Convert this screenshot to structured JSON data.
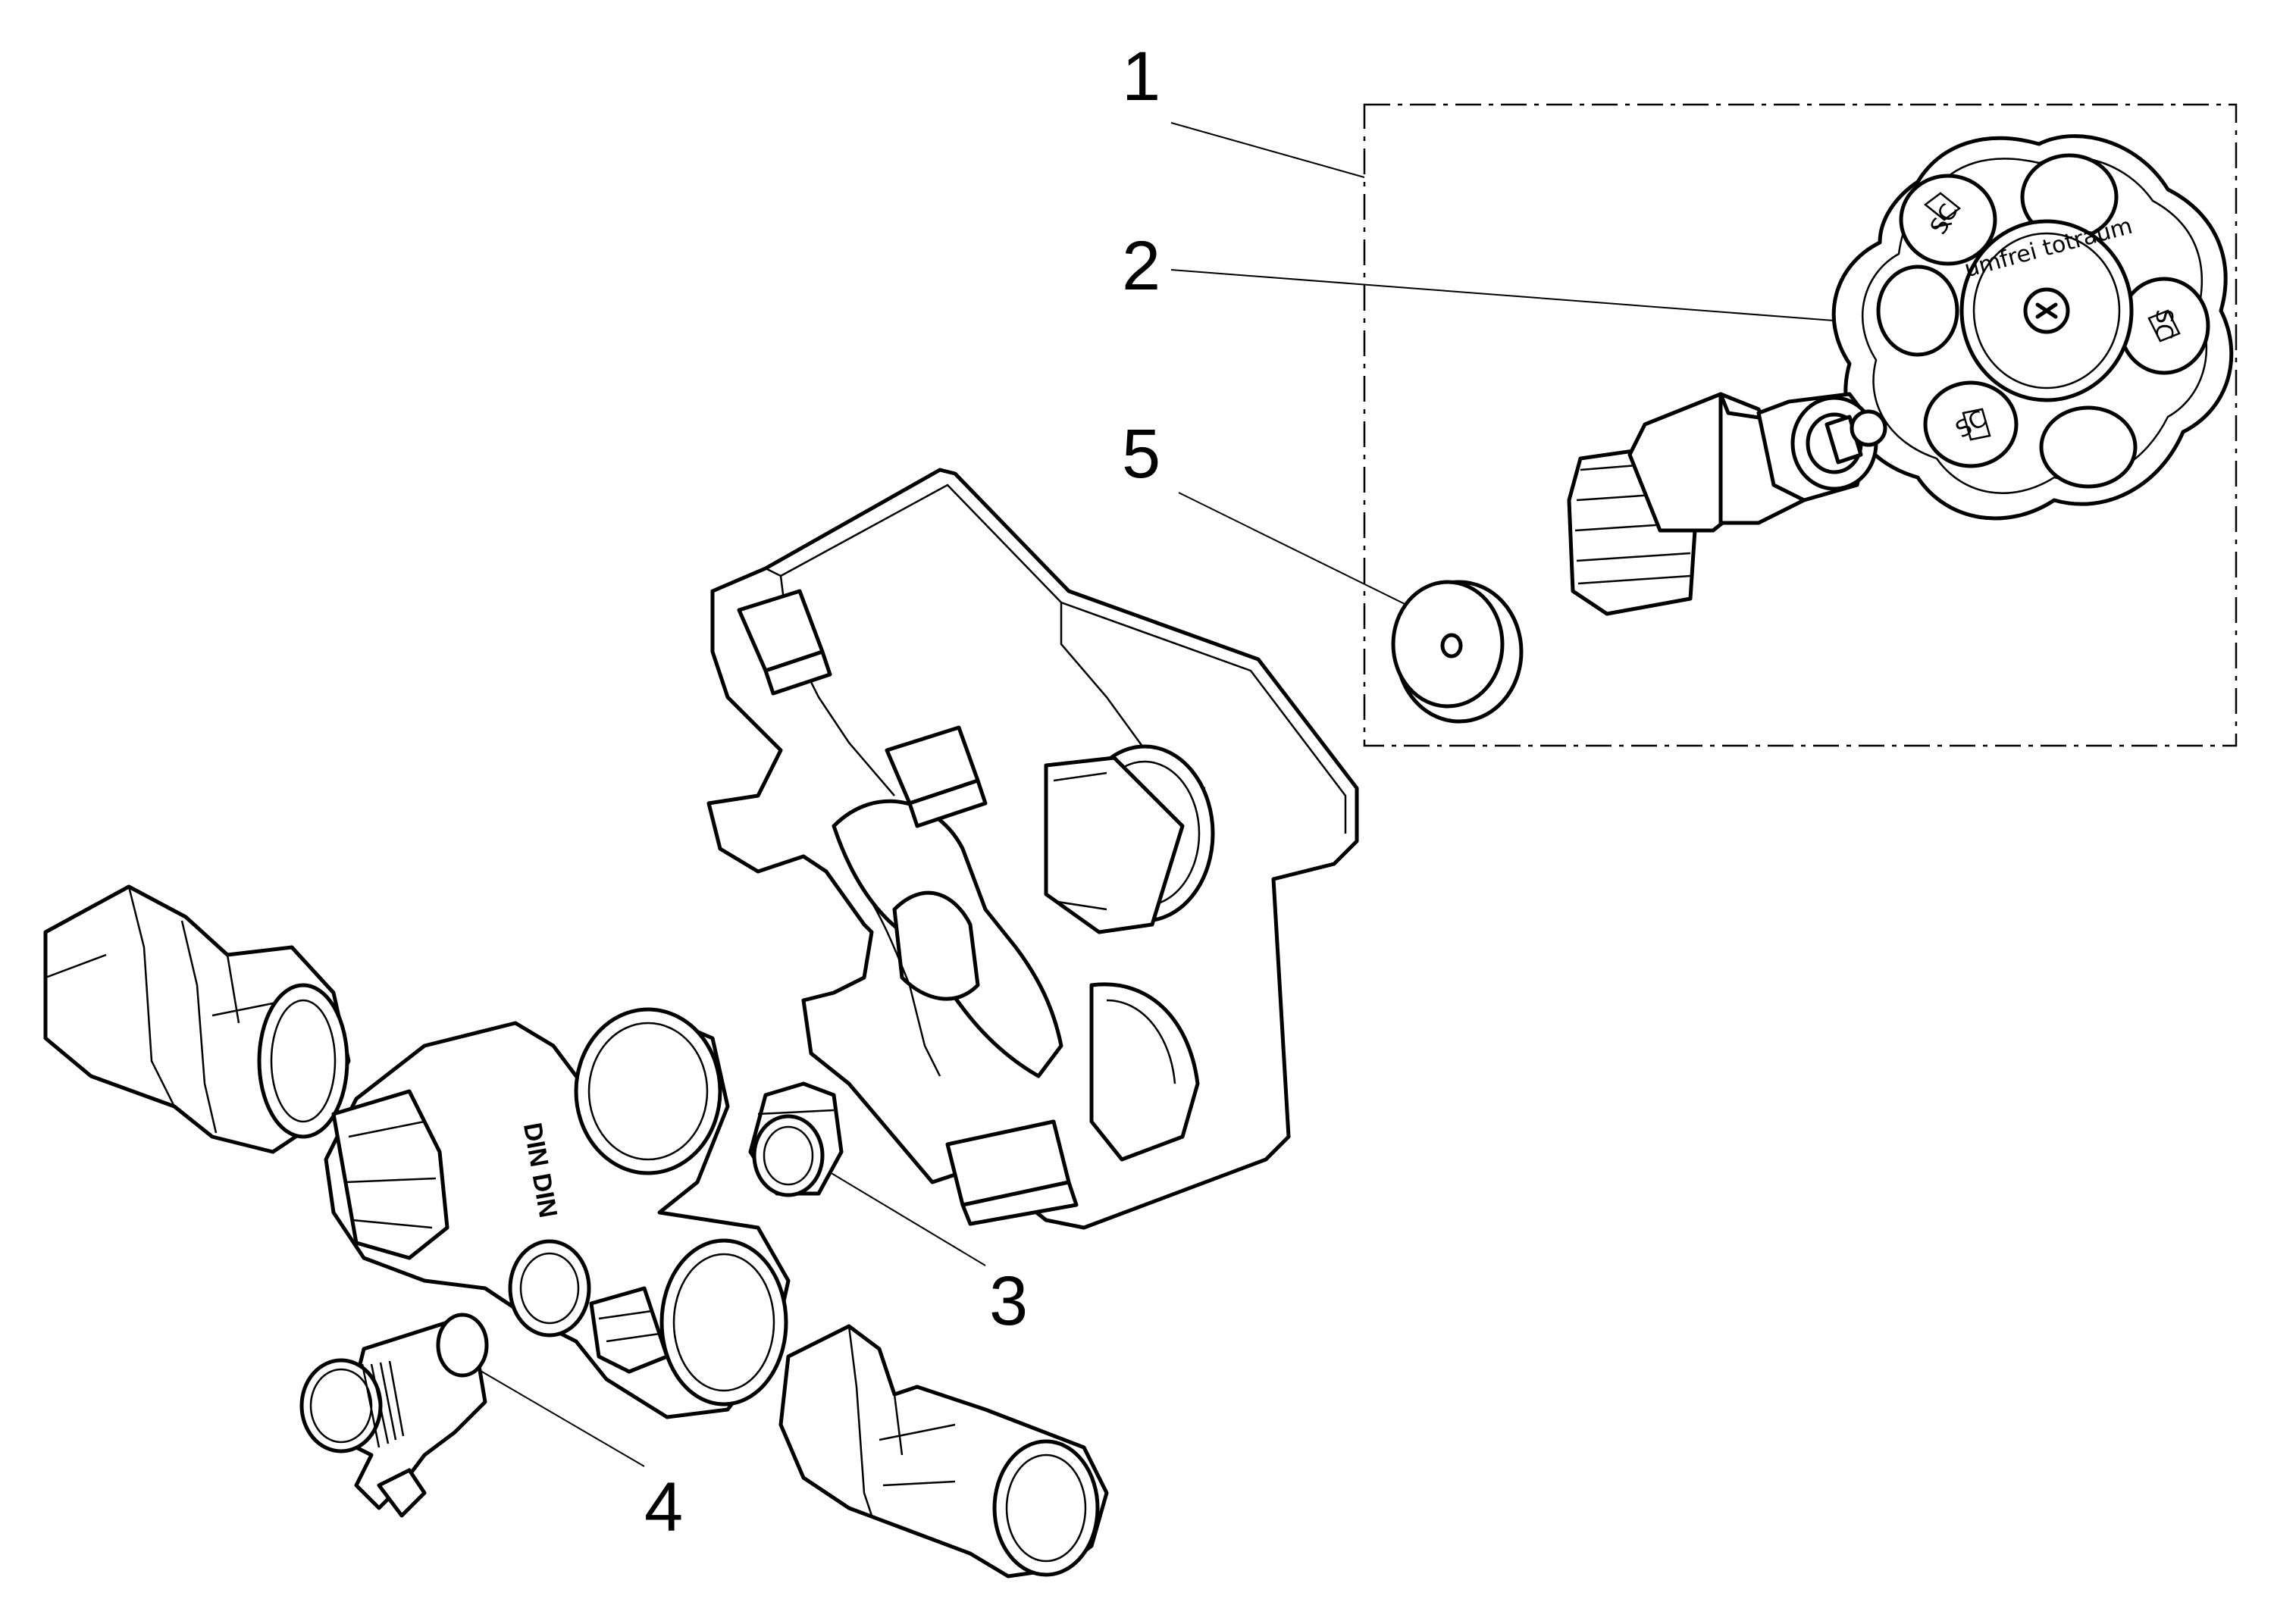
{
  "callouts": {
    "c1": "1",
    "c2": "2",
    "c3": "3",
    "c4": "4",
    "c5": "5"
  },
  "knob": {
    "cap_text": "umfrei totraum",
    "logo_mark": "SC"
  },
  "valve_body": {
    "marking": "DIN DIN"
  }
}
